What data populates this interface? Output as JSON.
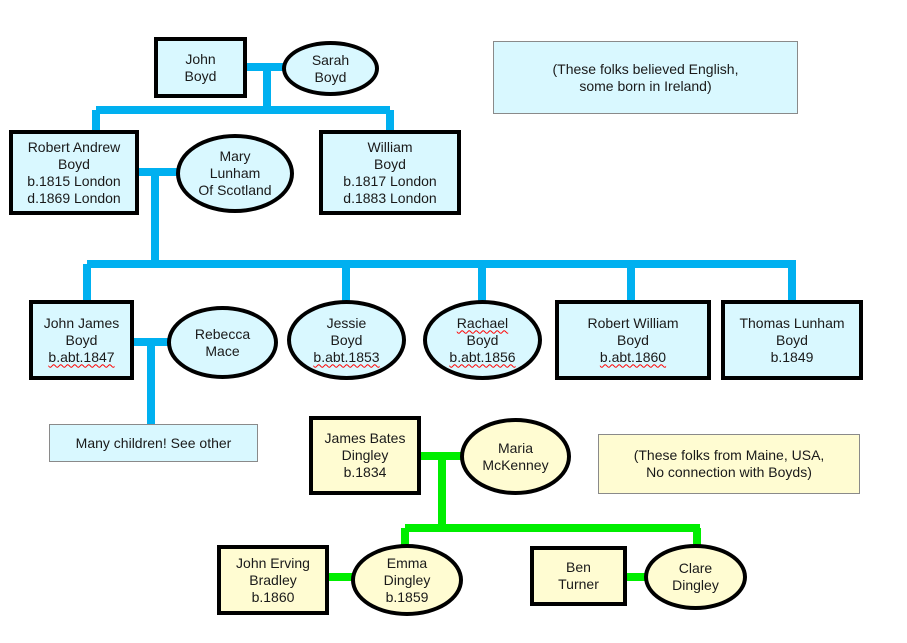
{
  "boyd": {
    "note": [
      "(These folks believed English,",
      "some born in Ireland)"
    ],
    "john_boyd": [
      "John",
      "Boyd"
    ],
    "sarah_boyd": [
      "Sarah",
      "Boyd"
    ],
    "robert_andrew_boyd": [
      "Robert Andrew",
      "Boyd",
      "b.1815 London",
      "d.1869 London"
    ],
    "mary_lunham": [
      "Mary",
      "Lunham",
      "Of Scotland"
    ],
    "william_boyd": [
      "William",
      "Boyd",
      "b.1817 London",
      "d.1883 London"
    ],
    "john_james_boyd": [
      "John James",
      "Boyd",
      "b.abt.1847"
    ],
    "rebecca_mace": [
      "Rebecca",
      "Mace"
    ],
    "jessie_boyd": [
      "Jessie",
      "Boyd",
      "b.abt.1853"
    ],
    "rachael_boyd": [
      "Rachael",
      "Boyd",
      "b.abt.1856"
    ],
    "robert_william_boyd": [
      "Robert William",
      "Boyd",
      "b.abt.1860"
    ],
    "thomas_lunham_boyd": [
      "Thomas Lunham",
      "Boyd",
      "b.1849"
    ],
    "many_children": "Many children! See other"
  },
  "dingley": {
    "note": [
      "(These folks from Maine, USA,",
      "No connection with Boyds)"
    ],
    "james_bates_dingley": [
      "James Bates",
      "Dingley",
      "b.1834"
    ],
    "maria_mckenney": [
      "Maria",
      "McKenney"
    ],
    "john_erving_bradley": [
      "John Erving",
      "Bradley",
      "b.1860"
    ],
    "emma_dingley": [
      "Emma",
      "Dingley",
      "b.1859"
    ],
    "ben_turner": [
      "Ben",
      "Turner"
    ],
    "clare_dingley": [
      "Clare",
      "Dingley"
    ]
  },
  "colors": {
    "boyd_line": "#00b0f0",
    "dingley_line": "#00ee00",
    "boyd_fill": "#d9f8ff",
    "dingley_fill": "#fffcd2"
  }
}
